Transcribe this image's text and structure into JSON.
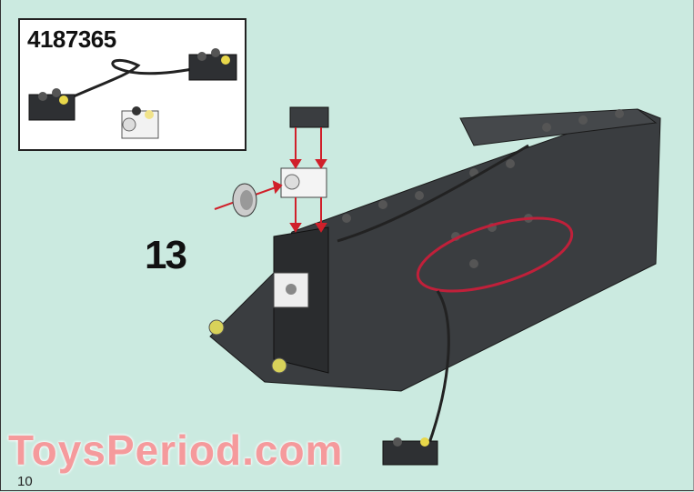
{
  "part_callout": {
    "part_number": "4187365"
  },
  "step": {
    "number": "13"
  },
  "page": {
    "number": "10"
  },
  "watermark": {
    "text": "ToysPeriod.com"
  },
  "colors": {
    "background": "#cbeae0",
    "brick": "#3a3d40",
    "arrow": "#d0202a",
    "highlight_ellipse": "#c0203a"
  },
  "icons": [
    "light-brick-icon",
    "lamp-lens-icon",
    "wire-connector-icon"
  ]
}
